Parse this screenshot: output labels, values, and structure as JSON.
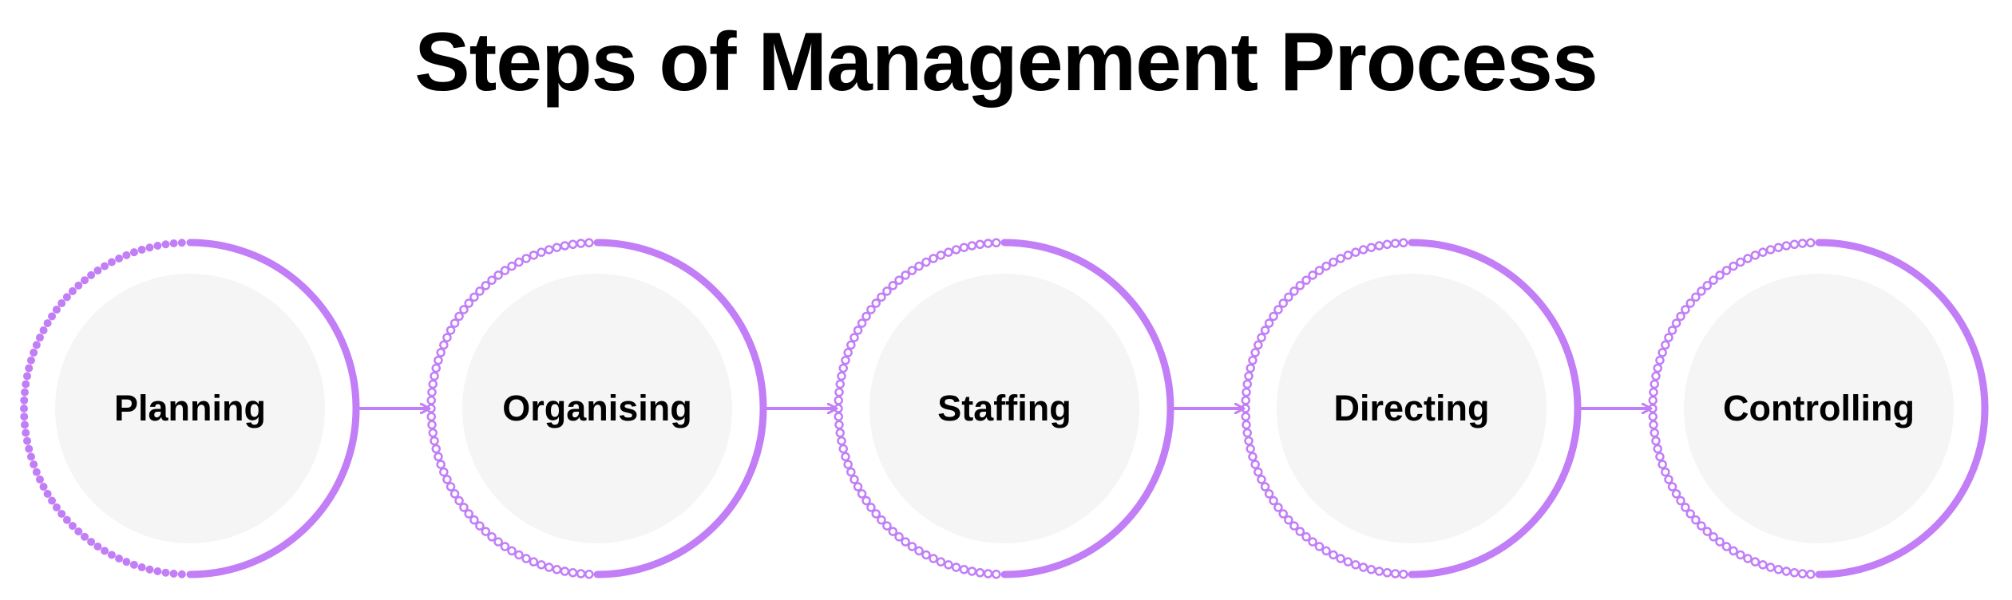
{
  "title": "Steps of Management Process",
  "colors": {
    "accent": "#c27ef6",
    "inner_circle": "#f5f5f5",
    "text": "#000000",
    "background": "#ffffff"
  },
  "steps": [
    {
      "label": "Planning"
    },
    {
      "label": "Organising"
    },
    {
      "label": "Staffing"
    },
    {
      "label": "Directing"
    },
    {
      "label": "Controlling"
    }
  ]
}
